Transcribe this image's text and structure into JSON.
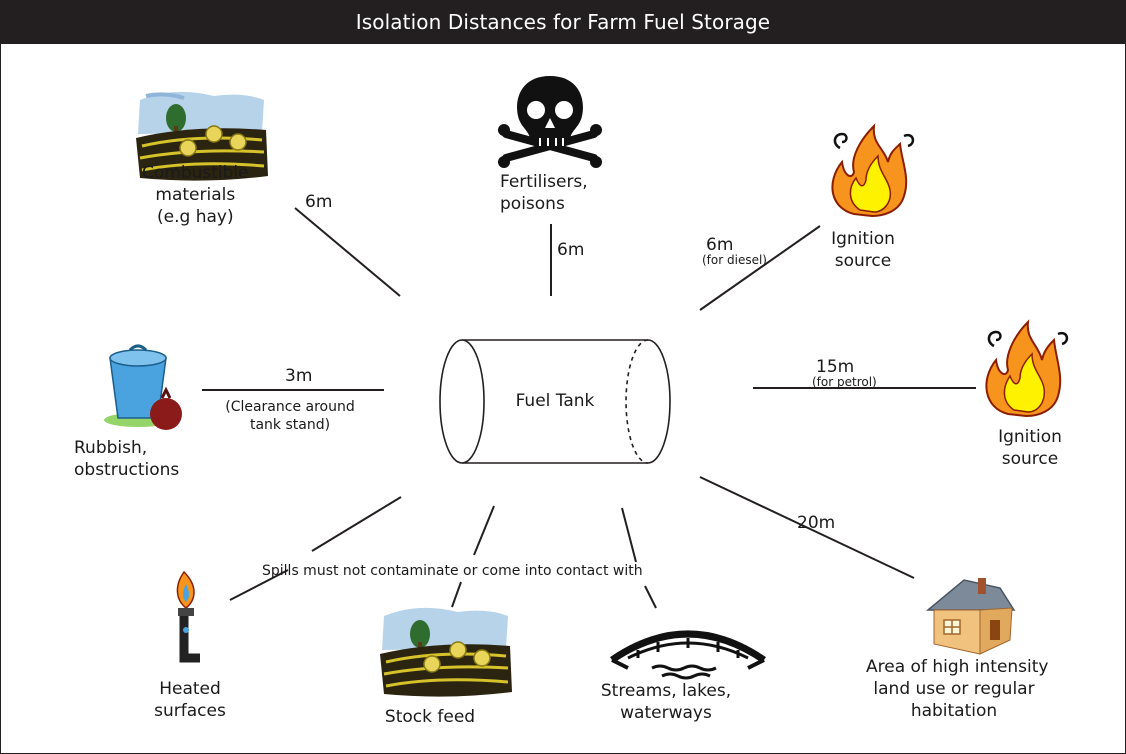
{
  "title": "Isolation Distances for Farm Fuel Storage",
  "tank": {
    "label": "Fuel Tank"
  },
  "hazards": {
    "combustible": {
      "label_lines": [
        "Combustible",
        "materials",
        "(e.g hay)"
      ],
      "distance": "6m"
    },
    "fertilisers": {
      "label_lines": [
        "Fertilisers,",
        "poisons"
      ],
      "distance": "6m"
    },
    "ignition_diesel": {
      "label_lines": [
        "Ignition",
        "source"
      ],
      "distance": "6m",
      "note": "(for diesel)"
    },
    "rubbish": {
      "label_lines": [
        "Rubbish,",
        "obstructions"
      ],
      "distance": "3m",
      "note_lines": [
        "(Clearance around",
        "tank stand)"
      ]
    },
    "ignition_petrol": {
      "label_lines": [
        "Ignition",
        "source"
      ],
      "distance": "15m",
      "note": "(for petrol)"
    },
    "heated": {
      "label_lines": [
        "Heated",
        "surfaces"
      ]
    },
    "stock_feed": {
      "label_lines": [
        "Stock feed"
      ]
    },
    "streams": {
      "label_lines": [
        "Streams, lakes,",
        "waterways"
      ]
    },
    "habitation": {
      "label_lines": [
        "Area of high intensity",
        "land use or regular",
        "habitation"
      ],
      "distance": "20m"
    }
  },
  "spills_note": "Spills must not contaminate or come into contact with",
  "colors": {
    "title_bar": "#231f20",
    "line": "#231f20",
    "flame_outer": "#f7941d",
    "flame_inner": "#fff200",
    "bucket": "#4aa3df",
    "roof": "#7d8a99",
    "house_wall": "#f1c27d"
  }
}
